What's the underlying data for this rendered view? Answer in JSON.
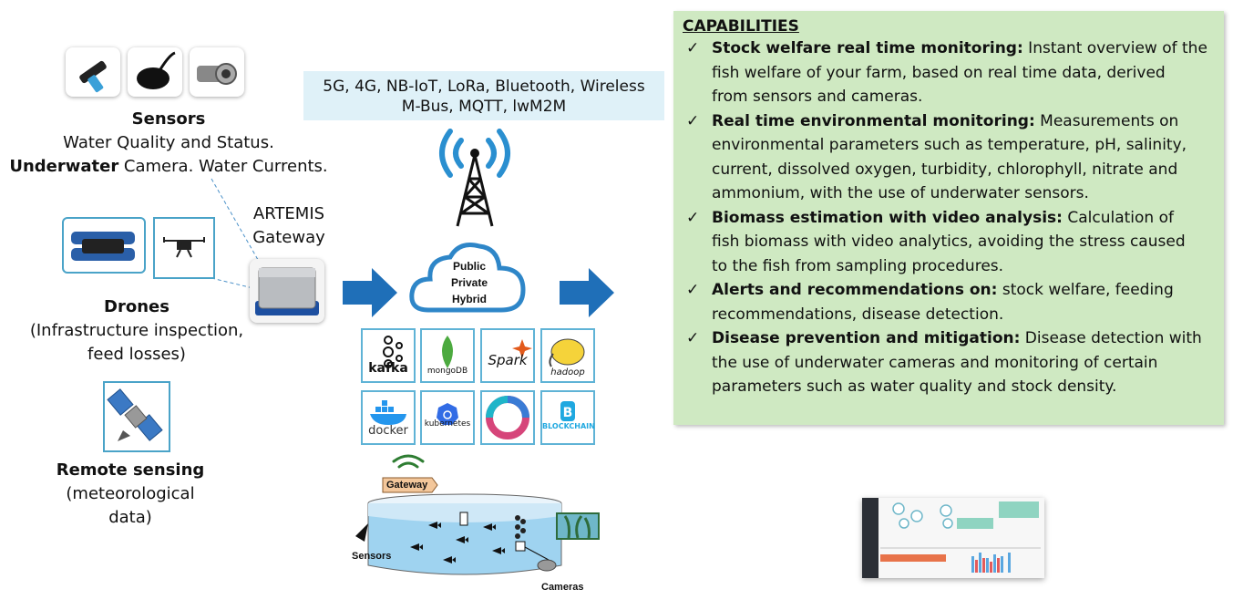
{
  "protocols": {
    "line1": "5G, 4G, NB-IoT, LoRa, Bluetooth, Wireless",
    "line2": "M-Bus, MQTT, lwM2M"
  },
  "sensors": {
    "title": "Sensors",
    "line1": "Water Quality and Status.",
    "line2_bold": "Underwater",
    "line2_rest": " Camera. Water Currents."
  },
  "gateway": {
    "line1": "ARTEMIS",
    "line2": "Gateway"
  },
  "drones": {
    "title": "Drones",
    "line1": "(Infrastructure inspection,",
    "line2": "feed losses)"
  },
  "remote": {
    "title": "Remote sensing",
    "line1": "(meteorological",
    "line2": "data)"
  },
  "cloud": {
    "line1": "Public",
    "line2": "Private",
    "line3": "Hybrid"
  },
  "tech_tiles": {
    "kafka": "kafka",
    "mongodb": "mongoDB",
    "spark": "Spark",
    "hadoop": "hadoop",
    "docker": "docker",
    "kubernetes": "kubernetes",
    "blockchain": "BLOCKCHAIN"
  },
  "tank": {
    "gateway": "Gateway",
    "sensors": "Sensors",
    "cameras": "Cameras"
  },
  "capabilities": {
    "title": "CAPABILITIES",
    "items": [
      {
        "bold": "Stock welfare real time monitoring:",
        "l1": " Instant overview of the",
        "l2": "fish welfare of your farm, based on real time data, derived",
        "l3": "from sensors and cameras."
      },
      {
        "bold": "Real time environmental monitoring:",
        "l1": " Measurements on",
        "l2": "environmental parameters such as temperature, pH, salinity,",
        "l3": "current, dissolved oxygen, turbidity, chlorophyll, nitrate and",
        "l4": "ammonium, with the use of underwater sensors."
      },
      {
        "bold": "Biomass estimation with video analysis:",
        "l1": " Calculation of",
        "l2": "fish biomass with video analytics, avoiding the stress caused",
        "l3": "to the fish from sampling procedures."
      },
      {
        "bold": "Alerts and recommendations on:",
        "l1": " stock welfare, feeding",
        "l2": "recommendations, disease detection."
      },
      {
        "bold": "Disease prevention and mitigation:",
        "l1": " Disease detection with",
        "l2": "the use of underwater cameras and monitoring of certain",
        "l3": "parameters such as water quality and stock density."
      }
    ]
  },
  "colors": {
    "arrow_blue": "#1f6fb8",
    "cloud_border": "#2e86c8",
    "tile_border": "#5fb3d6",
    "panel_green": "#cfe9c2",
    "protocol_box": "#dff1f8"
  },
  "icons": [
    "sensor-probe-icon",
    "drone-icon",
    "satellite-icon",
    "antenna-tower-icon",
    "cloud-icon",
    "arrow-right-icon",
    "gateway-device-icon",
    "wifi-icon",
    "fish-icon"
  ]
}
